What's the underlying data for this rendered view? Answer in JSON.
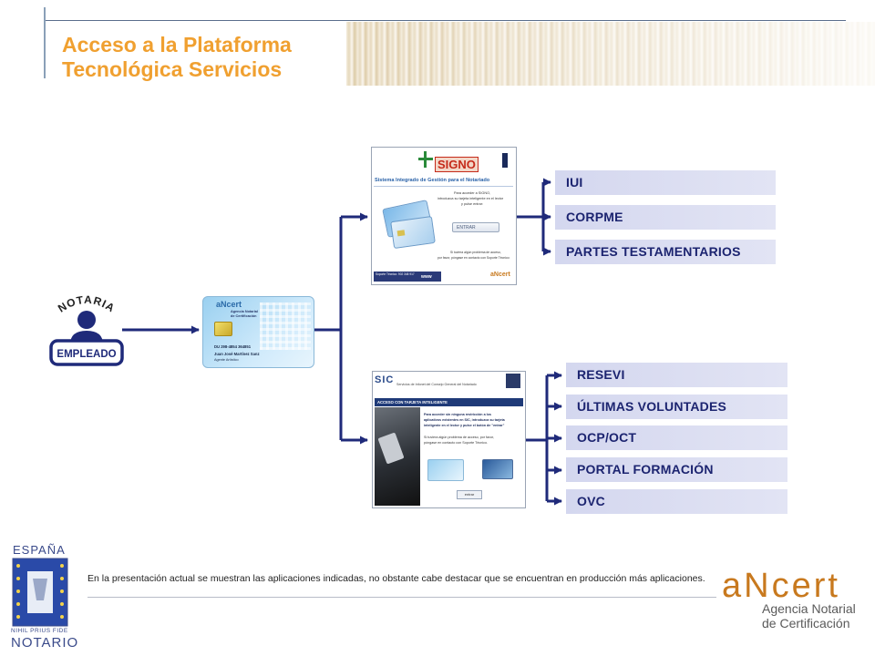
{
  "header": {
    "title_line1": "Acceso a la Plataforma",
    "title_line2": "Tecnológica Servicios"
  },
  "user": {
    "notaria_label": "NOTARIA",
    "empleado_label": "EMPLEADO"
  },
  "card": {
    "brand": "aNcert",
    "issuer_line1": "Agencia Notarial",
    "issuer_line2": "de Certificación",
    "number": "DU 298-4854 364851",
    "holder": "Juan José Martínez Sanz",
    "role": "Agente Artístico"
  },
  "signo_screen": {
    "logo": "SIGNO",
    "heading": "Sistema Integrado de Gestión para el Notariado",
    "instr1": "Para acceder a SIGNO,",
    "instr2": "introduzca su tarjeta inteligente en el lector",
    "instr3": "y pulse entrar:",
    "button": "ENTRAR",
    "help1": "Si tuviera algún problema de acceso,",
    "help2": "por favor, póngase en contacto con Soporte Técnico:",
    "footer_left": "Soporte Técnico: 902 348 917",
    "footer_mid": "www",
    "brand": "aNcert"
  },
  "sic_screen": {
    "logo": "SIC",
    "header": "Servicios de Infonet del Consejo General del Notariado",
    "bar": "ACCESO CON TARJETA INTELIGENTE",
    "text1": "Para acceder sin ninguna restricción a los",
    "text2": "aplicativos existentes en SIC, introduzca su tarjeta",
    "text3": "inteligente en el lector y pulse el botón de \"entrar\"",
    "help1": "Si tuviera algún problema de acceso, por favor,",
    "help2": "póngase en contacto con Soporte Técnico.",
    "button": "entrar"
  },
  "signo_apps": [
    "IUI",
    "CORPME",
    "PARTES TESTAMENTARIOS"
  ],
  "sic_apps": [
    "RESEVI",
    "ÚLTIMAS VOLUNTADES",
    "OCP/OCT",
    "PORTAL FORMACIÓN",
    "OVC"
  ],
  "footer": {
    "note": "En la presentación actual se muestran las aplicaciones indicadas, no obstante cabe destacar que se encuentran en producción más aplicaciones.",
    "left_logo_top": "ESPAÑA",
    "left_logo_motto": "NIHIL PRIUS FIDE",
    "left_logo_bottom": "NOTARIO",
    "right_logo": "aNcert",
    "right_sub1": "Agencia Notarial",
    "right_sub2": "de Certificación"
  },
  "colors": {
    "title": "#f0a030",
    "connector": "#1f2a7a",
    "label_bg": "#d4d7ef",
    "label_text": "#1c2470",
    "logo_orange": "#c8791e"
  }
}
